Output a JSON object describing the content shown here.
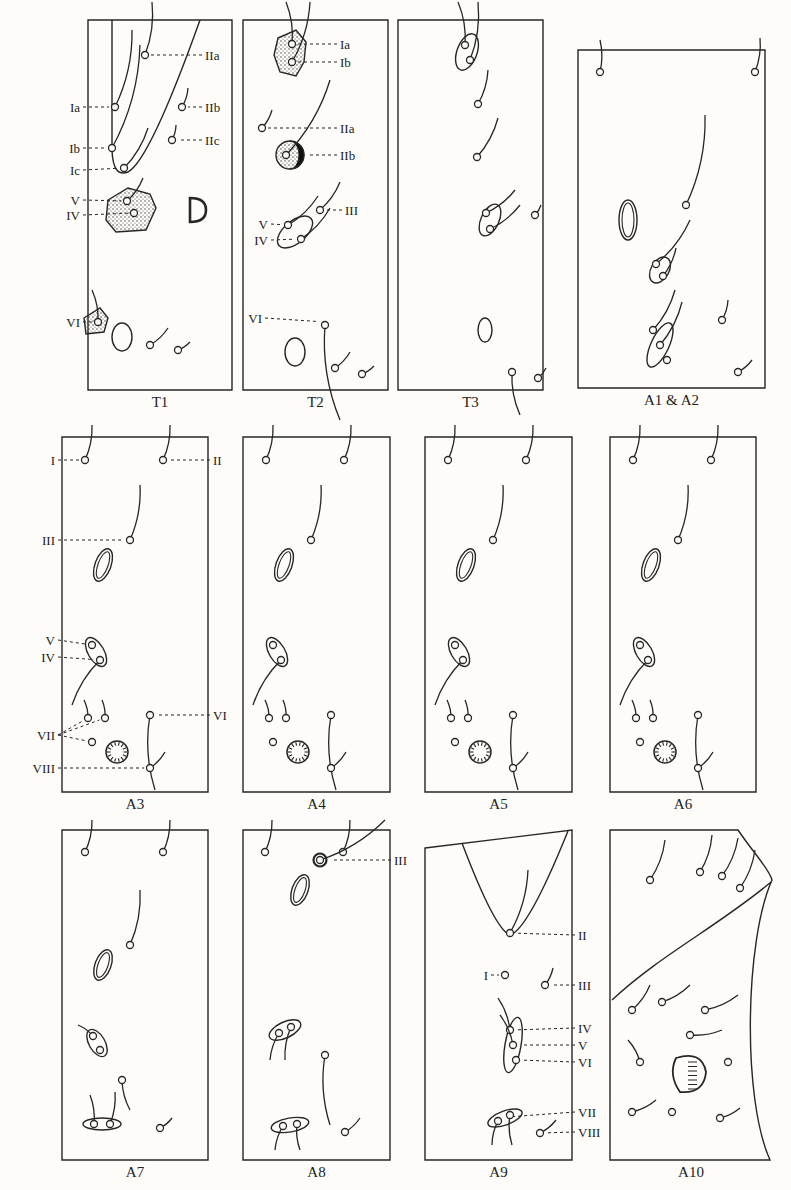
{
  "diagram": {
    "nodes": [
      {
        "text": [
          "T1"
        ]
      },
      {
        "text": [
          "T2"
        ]
      },
      {
        "text": [
          "T3"
        ]
      },
      {
        "text": [
          "A1 & A2"
        ]
      },
      {
        "text": [
          "A3"
        ]
      },
      {
        "text": [
          "A4"
        ]
      },
      {
        "text": [
          "A5"
        ]
      },
      {
        "text": [
          "A6"
        ]
      },
      {
        "text": [
          "A7"
        ]
      },
      {
        "text": [
          "A8"
        ]
      },
      {
        "text": [
          "A9"
        ]
      },
      {
        "text": [
          "A10"
        ]
      }
    ],
    "labels": [
      "Ia",
      "IIa",
      "IIb",
      "Ib",
      "IIc",
      "Ic",
      "V",
      "IV",
      "VI",
      "Ia",
      "Ib",
      "IIa",
      "IIb",
      "III",
      "V",
      "IV",
      "VI",
      "I",
      "II",
      "III",
      "V",
      "IV",
      "VI",
      "VII",
      "VIII",
      "III",
      "II",
      "I",
      "III",
      "IV",
      "V",
      "VI",
      "VII",
      "VIII"
    ]
  }
}
